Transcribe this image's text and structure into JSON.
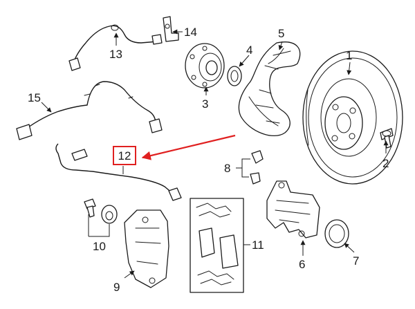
{
  "callouts": {
    "c1": "1",
    "c2": "2",
    "c3": "3",
    "c4": "4",
    "c5": "5",
    "c6": "6",
    "c7": "7",
    "c8": "8",
    "c9": "9",
    "c10": "10",
    "c11": "11",
    "c12": "12",
    "c13": "13",
    "c14": "14",
    "c15": "15"
  },
  "highlight": {
    "part": "12",
    "color": "#e02020"
  }
}
